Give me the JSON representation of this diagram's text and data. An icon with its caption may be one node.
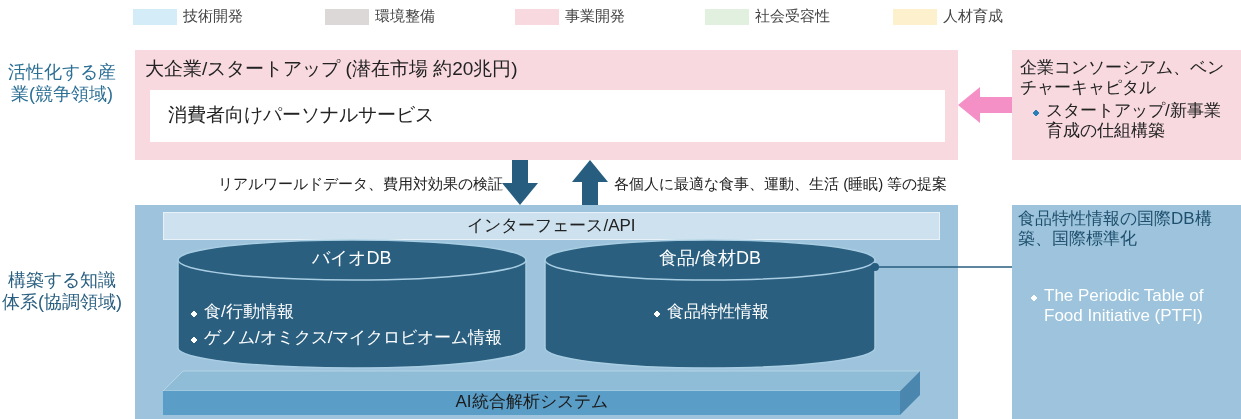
{
  "diagram": {
    "nodes": [
      {
        "text": [
          "大企業/スタートアップ (潜在市場 約20兆円)"
        ]
      },
      {
        "text": [
          "消費者向けパーソナルサービス"
        ],
        "in": 0
      },
      {
        "text": [
          "企業コンソーシアム、ベンチャーキャピタル",
          "スタートアップ/新事業育成の仕組構築"
        ]
      },
      {
        "text": [],
        "shape": "box"
      },
      {
        "text": [
          "インターフェース/API"
        ],
        "in": 3
      },
      {
        "text": [
          "バイオDB",
          "食/行動情報",
          "ゲノム/オミクス/マイクロビオーム情報"
        ],
        "in": 3
      },
      {
        "text": [
          "食品/食材DB",
          "食品特性情報"
        ],
        "in": 3
      },
      {
        "text": [
          "AI統合解析システム"
        ],
        "in": 3
      },
      {
        "text": [
          "食品特性情報の国際DB構築、国際標準化",
          "The Periodic Table of Food Initiative (PTFI)"
        ]
      }
    ],
    "edges": [
      {
        "from": 2,
        "to": 0,
        "arrow": "to",
        "color": "#f490c6"
      },
      {
        "from": 0,
        "to": 3,
        "arrow": "to",
        "label": "リアルワールドデータ、費用対効果の検証"
      },
      {
        "from": 3,
        "to": 0,
        "arrow": "to",
        "label": "各個人に最適な食事、運動、生活 (睡眠) 等の提案"
      },
      {
        "from": 8,
        "to": 6,
        "arrow": "other"
      }
    ],
    "labels": [
      "活性化する産業(競争領域)",
      "構築する知識体系(協調領域)"
    ],
    "legend": [
      {
        "text": "技術開発",
        "color": "#d4ecf7"
      },
      {
        "text": "環境整備",
        "color": "#dcd8d7"
      },
      {
        "text": "事業開発",
        "color": "#f7d9df"
      },
      {
        "text": "社会受容性",
        "color": "#e1f0df"
      },
      {
        "text": "人材育成",
        "color": "#fdf0cc"
      }
    ]
  }
}
